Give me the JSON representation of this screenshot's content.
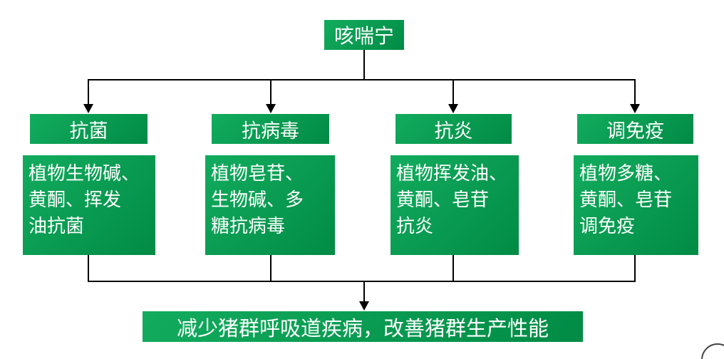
{
  "title": "咳喘宁",
  "columns": [
    {
      "header": "抗菌",
      "body": "植物生物碱、\n黄酮、挥发\n油抗菌"
    },
    {
      "header": "抗病毒",
      "body": "植物皂苷、\n生物碱、多\n糖抗病毒"
    },
    {
      "header": "抗炎",
      "body": "植物挥发油、\n黄酮、皂苷\n抗炎"
    },
    {
      "header": "调免疫",
      "body": "植物多糖、\n黄酮、皂苷\n调免疫"
    }
  ],
  "conclusion": "减少猪群呼吸道疾病，改善猪群生产性能",
  "colors": {
    "box_gradient_start": "#12AC5E",
    "box_gradient_end": "#018B45",
    "connector": "#000000",
    "text": "#FFFFFF",
    "background": "#FFFFFF"
  }
}
